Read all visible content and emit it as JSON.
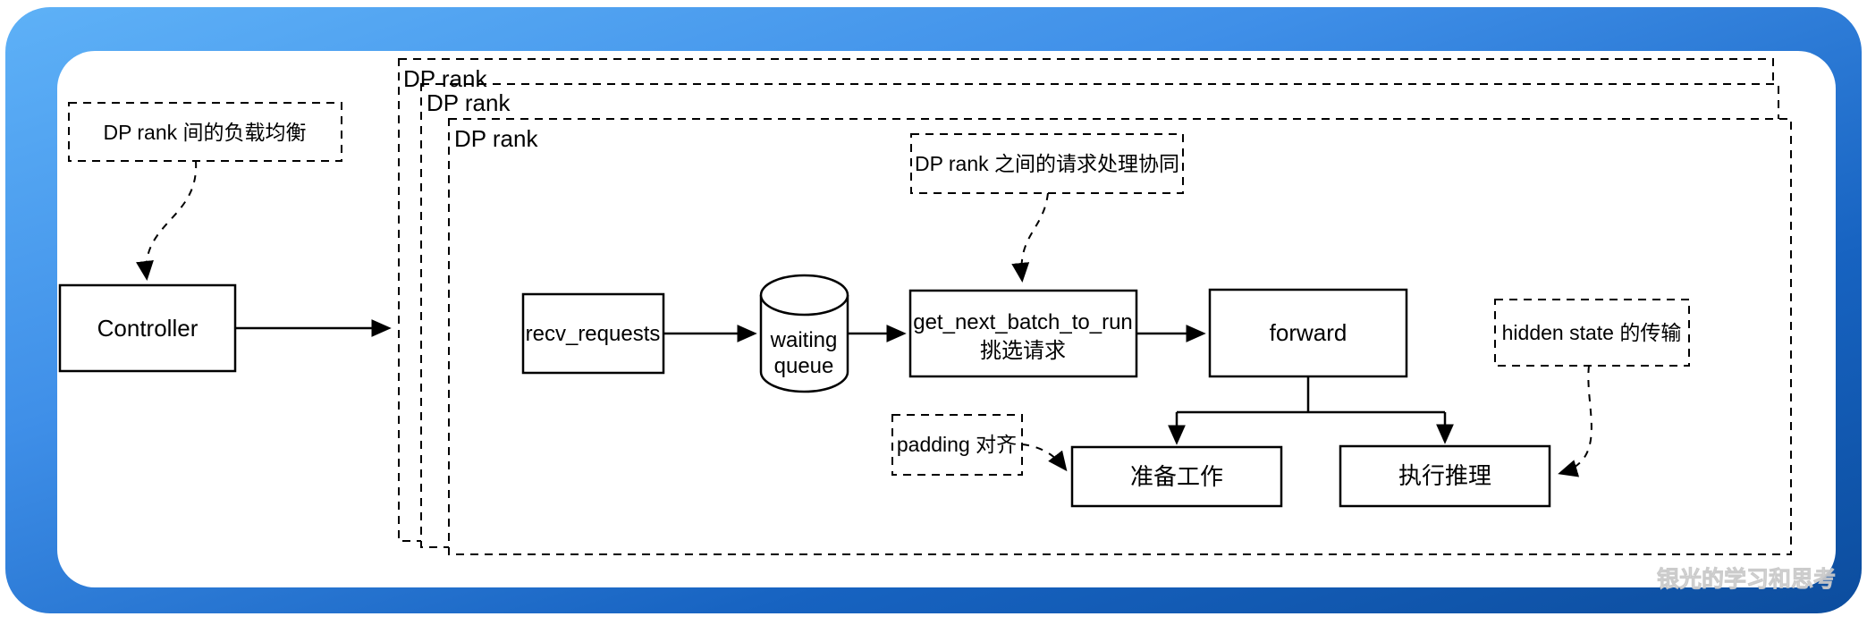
{
  "frame": {
    "gradient_top_left": "#5EB1F7",
    "gradient_mid": "#2E7FD9",
    "gradient_bottom_right": "#0C4D9E",
    "card_color": "#ffffff",
    "line_color": "#000000"
  },
  "dp_rank_groups": [
    {
      "label": "DP rank"
    },
    {
      "label": "DP rank"
    },
    {
      "label": "DP rank"
    }
  ],
  "annotations": {
    "load_balance": {
      "text": "DP rank 间的负载均衡"
    },
    "coordination": {
      "text": "DP rank 之间的请求处理协同"
    },
    "padding": {
      "text": "padding 对齐"
    },
    "hidden_state": {
      "text": "hidden state 的传输"
    }
  },
  "nodes": {
    "controller": {
      "label": "Controller"
    },
    "recv_requests": {
      "label": "recv_requests"
    },
    "waiting_queue": {
      "line1": "waiting",
      "line2": "queue"
    },
    "get_next_batch": {
      "line1": "get_next_batch_to_run",
      "line2": "挑选请求"
    },
    "forward": {
      "label": "forward"
    },
    "prepare": {
      "label": "准备工作"
    },
    "inference": {
      "label": "执行推理"
    }
  },
  "watermark": {
    "text": "银光的学习和思考"
  }
}
